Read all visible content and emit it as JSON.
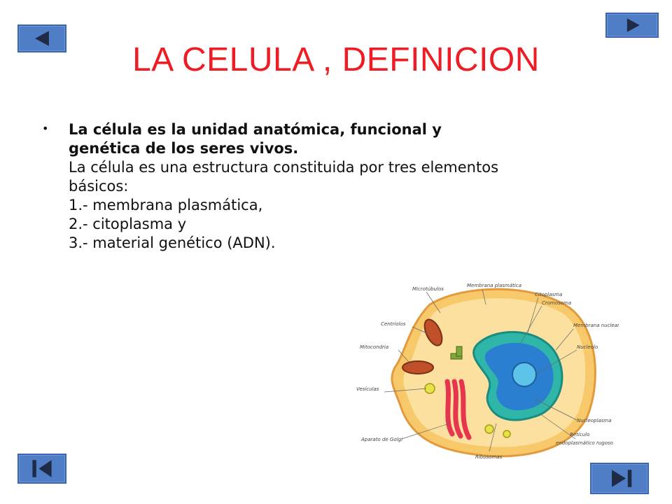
{
  "slide": {
    "title": "LA CELULA , DEFINICION",
    "bullet_symbol": "•",
    "definition_bold_line1": "La célula es la unidad anatómica, funcional y",
    "definition_bold_line2": "genética de los seres vivos.",
    "structure_line1": "La célula es una estructura constituida por tres elementos",
    "structure_line2": "básicos:",
    "element_1": "1.- membrana plasmática,",
    "element_2": "2.- citoplasma y",
    "element_3": "3.- material genético (ADN)."
  },
  "navigation": {
    "prev_icon": "triangle-left-icon",
    "next_icon": "triangle-right-icon",
    "first_icon": "skip-to-start-icon",
    "last_icon": "skip-to-end-icon",
    "button_color": "#4f7ec7"
  },
  "cell_diagram": {
    "labels": {
      "microtubulos": "Microtúbulos",
      "membrana_plasmatica": "Membrana plasmática",
      "citoplasma": "Citoplasma",
      "cromosoma": "Cromosoma",
      "centriolos": "Centriolos",
      "membrana_nuclear": "Membrana nuclear",
      "mitocondria": "Mitocondria",
      "nucleolo": "Nucleolo",
      "vesiculas": "Vesículas",
      "nucleoplasma": "Nucleoplasma",
      "aparato_golgi": "Aparato de Golgi",
      "reticulo": "Retículo",
      "reticulo_2": "endoplasmático rugoso",
      "ribosomas": "Ribosomas"
    }
  },
  "colors": {
    "title": "#ee1c24",
    "cytoplasm": "#f5c56e",
    "nucleus": "#4db8c8",
    "golgi": "#e8354f"
  }
}
